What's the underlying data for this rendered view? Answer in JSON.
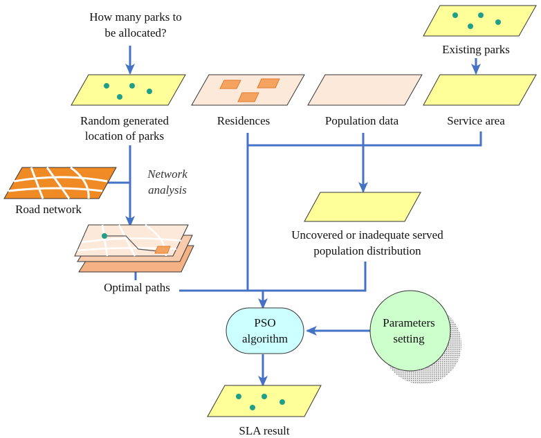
{
  "colors": {
    "arrow": "#4472c4",
    "yellow": "#ffff99",
    "peach": "#fde9d9",
    "orange": "#f4a460",
    "road": "#f08a24",
    "pso": "#ccffff",
    "params": "#ccffcc",
    "dot": "#1f9e89"
  },
  "labels": {
    "question": [
      "How many parks to",
      "be allocated?"
    ],
    "random": [
      "Random generated",
      "location of parks"
    ],
    "residences": "Residences",
    "population": "Population data",
    "service": "Service area",
    "existing": "Existing parks",
    "network": [
      "Network",
      "analysis"
    ],
    "road": "Road network",
    "optimal": "Optimal paths",
    "uncovered": [
      "Uncovered or inadequate served",
      "population distribution"
    ],
    "pso": [
      "PSO",
      "algorithm"
    ],
    "params": [
      "Parameters",
      "setting"
    ],
    "sla": "SLA result"
  }
}
